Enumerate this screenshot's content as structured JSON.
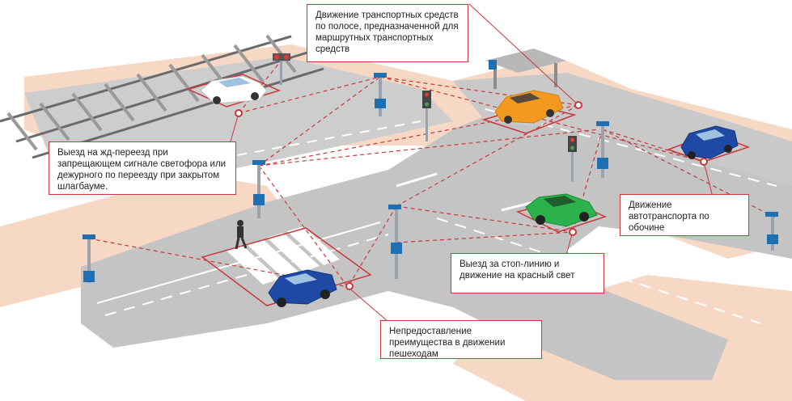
{
  "callouts": {
    "bus_lane": "Движение транспортных средств по полосе, предназначенной для маршрутных транспортных средств",
    "rail_crossing": "Выезд на жд-переезд при запрещающем сигнале светофора или дежурного по переезду при закрытом шлагбауме.",
    "shoulder": "Движение автотранспорта по обочине",
    "stop_line": "Выезд за стоп-линию и движение на красный свет",
    "pedestrian": "Непредоставление преимущества в движении пешеходам"
  },
  "colors": {
    "accent_red": "#c8383c",
    "road": "#c9c9c9",
    "sidewalk": "#f7d8c4",
    "camera_blue": "#1f6fb3",
    "car_blue": "#1e4aa6",
    "car_orange": "#f39a1e",
    "car_green": "#2bb24c",
    "car_white": "#ffffff"
  }
}
